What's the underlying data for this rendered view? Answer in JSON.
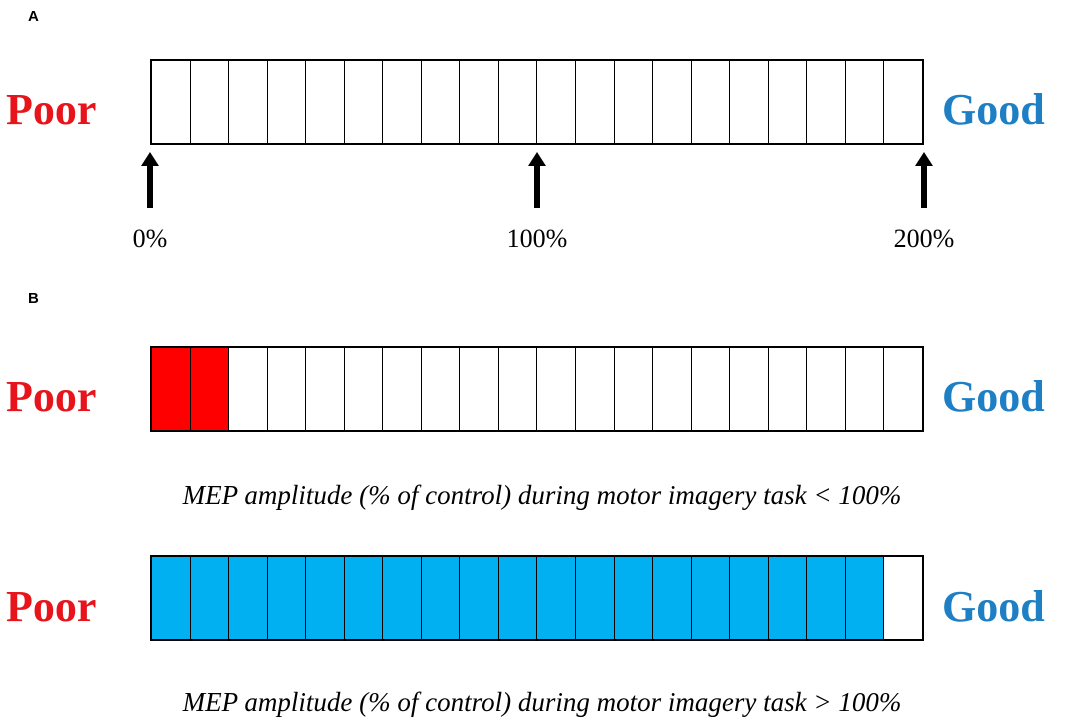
{
  "colors": {
    "poor": "#e8141c",
    "good": "#1f7fc4",
    "fill_low": "#ff0000",
    "fill_high": "#00b0f0"
  },
  "panel_a": {
    "letter": "A",
    "poor_label": "Poor",
    "good_label": "Good",
    "segments": 20,
    "ticks": [
      "0%",
      "100%",
      "200%"
    ]
  },
  "panel_b": {
    "letter": "B",
    "bars": [
      {
        "poor_label": "Poor",
        "good_label": "Good",
        "segments": 20,
        "filled_segments": 2,
        "fill_color": "#ff0000",
        "caption": "MEP amplitude (% of control) during motor imagery task < 100%"
      },
      {
        "poor_label": "Poor",
        "good_label": "Good",
        "segments": 20,
        "filled_segments": 19,
        "fill_color": "#00b0f0",
        "caption": "MEP amplitude (% of control) during motor imagery task > 100%"
      }
    ]
  }
}
